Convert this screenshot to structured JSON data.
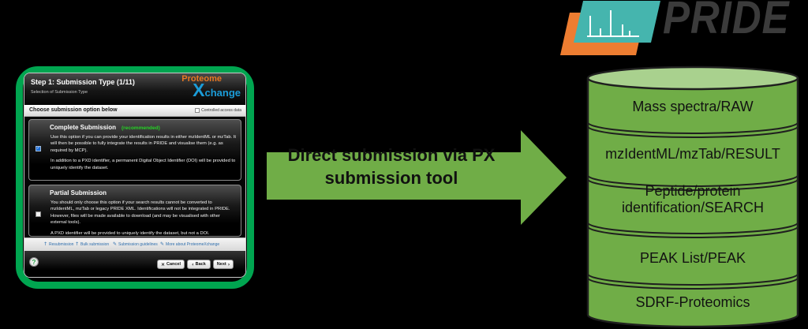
{
  "window": {
    "title": "Step 1: Submission Type (1/11)",
    "subtitle": "Selection of Submission Type",
    "logo": {
      "line1": "Proteome",
      "line2": "Xchange"
    },
    "option_bar": {
      "label": "Choose submission option below",
      "access_label": "Controlled access data"
    },
    "sections": [
      {
        "title": "Complete Submission",
        "badge": "(recommended)",
        "checkbox_glyph": "✓",
        "para1": "Use this option if you can provide your identification results in either mzIdentML or mzTab. It will then be possible to fully integrate the results in PRIDE and visualise them (e.g. as required by MCP).",
        "para2": "In addition to a PXD identifier, a permanent Digital Object Identifier (DOI) will be provided to uniquely identify the dataset."
      },
      {
        "title": "Partial Submission",
        "badge": "",
        "para1": "You should only choose this option if your search results cannot be converted to mzIdentML, mzTab or legacy PRIDE XML. Identifications will not be integrated in PRIDE. However, files will be made available to download (and may be visualised with other external tools).",
        "para2": "A PXD identifier will be provided to uniquely identify the dataset, but not a DOI."
      }
    ],
    "links": [
      {
        "icon": "↑",
        "label": "Resubmission"
      },
      {
        "icon": "↑",
        "label": "Bulk submission"
      },
      {
        "icon": "✎",
        "label": "Submission guidelines"
      },
      {
        "icon": "✎",
        "label": "More about ProteomeXchange"
      }
    ],
    "footer": {
      "help_glyph": "?",
      "cancel_icon": "×",
      "cancel": "Cancel",
      "back_icon": "‹",
      "back": "Back",
      "next": "Next",
      "next_icon": "›"
    }
  },
  "arrow": {
    "line1": "Direct submission via PX",
    "line2": "submission tool"
  },
  "pride_logo": {
    "text": "PRIDE"
  },
  "database": {
    "segments": [
      {
        "line1": "Mass spectra/RAW",
        "line2": ""
      },
      {
        "line1": "mzIdentML/mzTab/RESULT",
        "line2": ""
      },
      {
        "line1": "Peptide/protein",
        "line2": "identification/SEARCH"
      },
      {
        "line1": "PEAK List/PEAK",
        "line2": ""
      },
      {
        "line1": "SDRF-Proteomics",
        "line2": ""
      }
    ]
  },
  "colors": {
    "frame_green": "#00a550",
    "arrow_green": "#70ad47",
    "cylinder_body": "#70ad47",
    "cylinder_top": "#a9d18e",
    "cylinder_outline": "#1f1f1f",
    "pride_teal": "#45b5ae",
    "pride_orange": "#ed7d31",
    "pride_text": "#3b3b3b"
  }
}
